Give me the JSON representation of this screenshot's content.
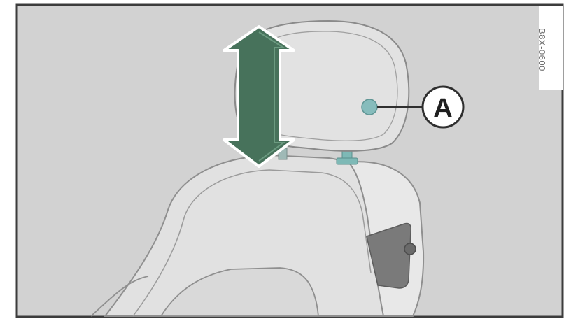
{
  "callout": {
    "label": "A"
  },
  "image_code": "B8X-0600",
  "colors": {
    "background": "#d2d2d2",
    "frame": "#3c3c3c",
    "seat_fill": "#e1e1e1",
    "seat_stitch": "#8f8f8f",
    "arrow_fill": "#47725b",
    "arrow_stroke": "#ffffff",
    "button_fill": "#86bcbc",
    "post_fill": "#7eb9b6",
    "callout_stroke": "#2f2f2f"
  },
  "icons": {
    "arrow": "up-down-double-arrow-icon",
    "button": "headrest-release-button"
  }
}
